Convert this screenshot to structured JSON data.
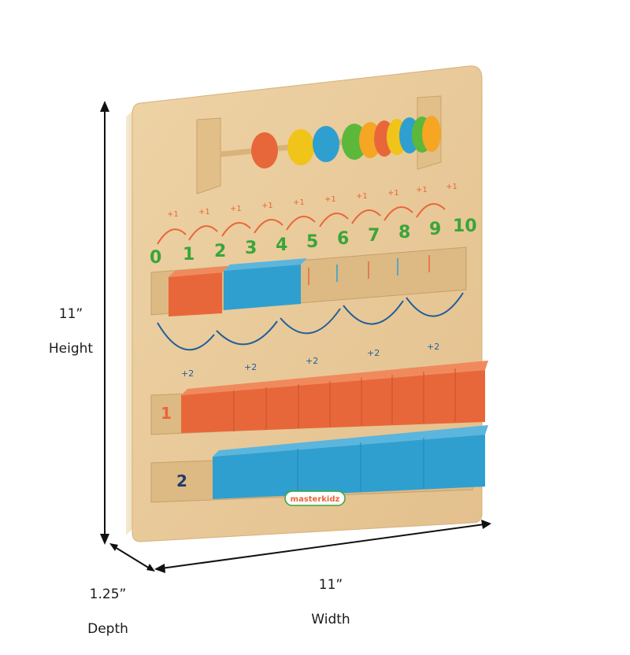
{
  "dimensions": {
    "height": {
      "value": "11”",
      "label": "Height"
    },
    "width": {
      "value": "11”",
      "label": "Width"
    },
    "depth": {
      "value": "1.25”",
      "label": "Depth"
    }
  },
  "board": {
    "brand": "masterkidz",
    "number_line": [
      "0",
      "1",
      "2",
      "3",
      "4",
      "5",
      "6",
      "7",
      "8",
      "9",
      "10"
    ],
    "plus_one_label": "+1",
    "plus_two_label": "+2",
    "row_one_label": "1",
    "row_two_label": "2"
  },
  "colors": {
    "wood": "#e8c99a",
    "orange": "#e8673a",
    "blue": "#2f9fd0",
    "green": "#3aa53a",
    "navy": "#1f3c6e"
  }
}
